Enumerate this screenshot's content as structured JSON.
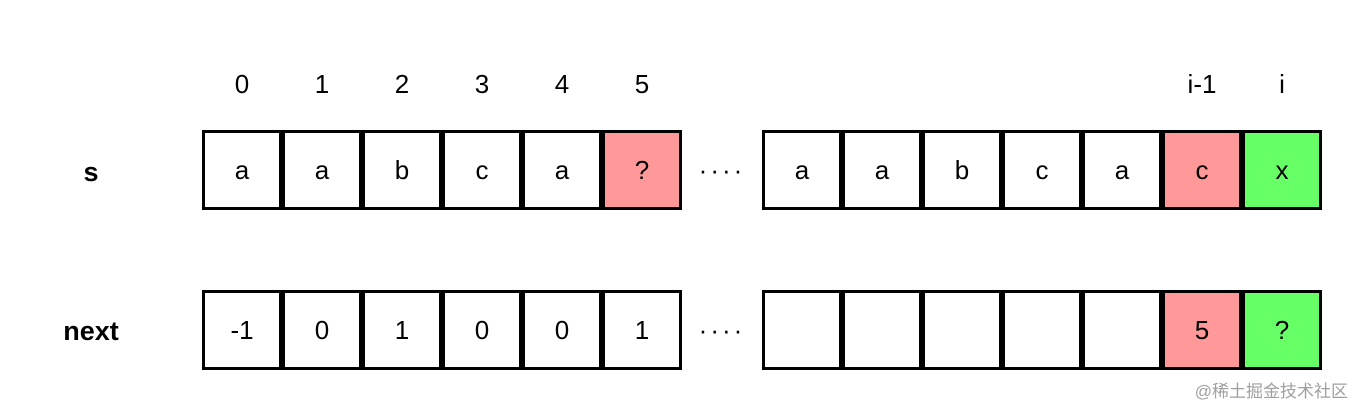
{
  "indices": [
    "0",
    "1",
    "2",
    "3",
    "4",
    "5",
    "i-1",
    "i"
  ],
  "rows": {
    "s": {
      "label": "s",
      "left": [
        "a",
        "a",
        "b",
        "c",
        "a",
        "?"
      ],
      "dots": "····",
      "right": [
        "a",
        "a",
        "b",
        "c",
        "a",
        "c",
        "x"
      ]
    },
    "next": {
      "label": "next",
      "left": [
        "-1",
        "0",
        "1",
        "0",
        "0",
        "1"
      ],
      "dots": "····",
      "right": [
        "",
        "",
        "",
        "",
        "",
        "5",
        "?"
      ]
    }
  },
  "highlight_colors": {
    "red": "#ff9999",
    "green": "#66ff66"
  },
  "watermark": "@稀土掘金技术社区"
}
